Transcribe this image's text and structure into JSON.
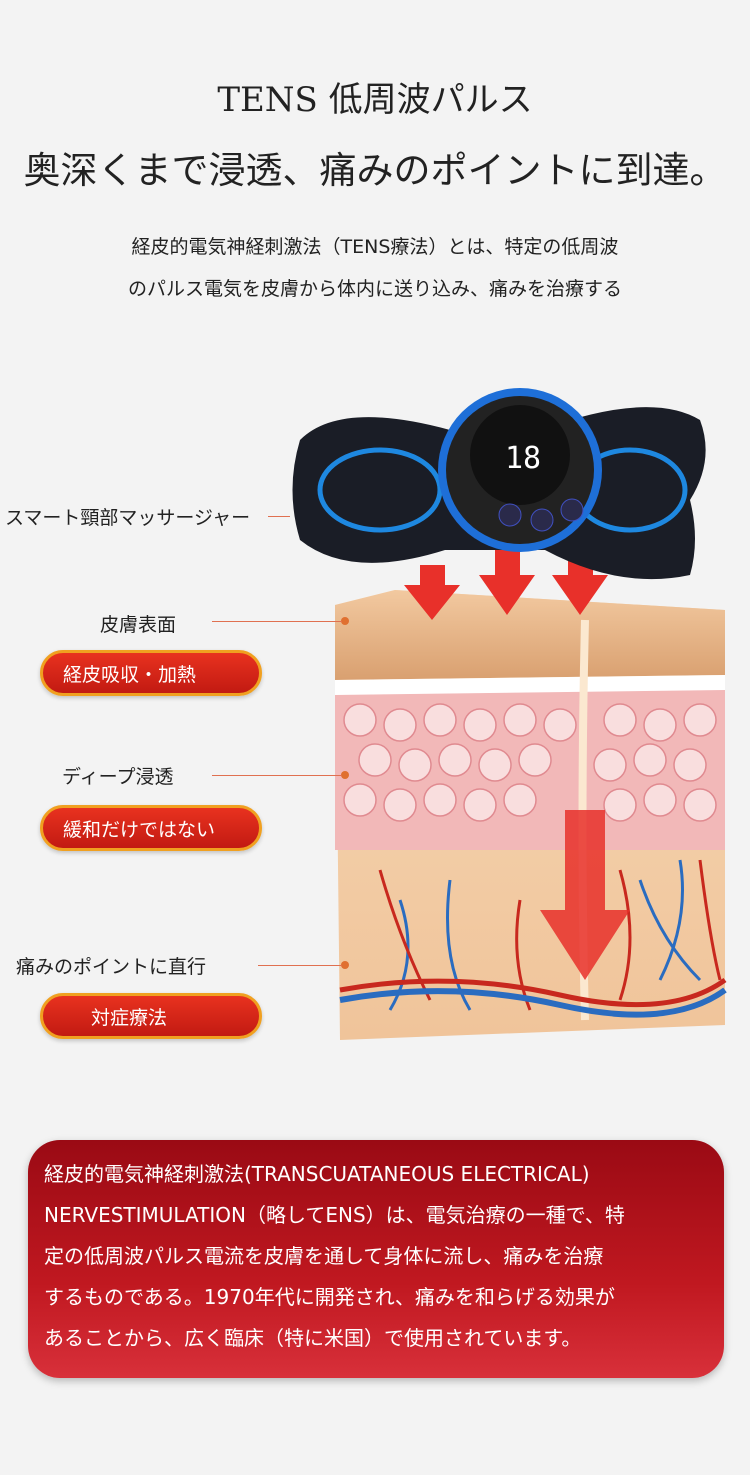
{
  "header": {
    "title": "TENS 低周波パルス",
    "headline": "奥深くまで浸透、痛みのポイントに到達。"
  },
  "intro": [
    "経皮的電気神経刺激法（TENS療法）とは、特定の低周波",
    "のパルス電気を皮膚から体内に送り込み、痛みを治療する"
  ],
  "labels": {
    "device": "スマート頸部マッサージャー",
    "skin_surface": "皮膚表面",
    "deep": "ディープ浸透",
    "pain_point": "痛みのポイントに直行"
  },
  "pills": [
    "経皮吸収・加熱",
    "緩和だけではない",
    "対症療法"
  ],
  "description": [
    "経皮的電気神経刺激法(TRANSCUATANEOUS ELECTRICAL)",
    "NERVESTIMULATION（略してENS）は、電気治療の一種で、特",
    "定の低周波パルス電流を皮膚を通して身体に流し、痛みを治療",
    "するものである。1970年代に開発され、痛みを和らげる効果が",
    "あることから、広く臨床（特に米国）で使用されています。"
  ],
  "colors": {
    "accent": "#d42a1c",
    "box": "#b01520"
  }
}
